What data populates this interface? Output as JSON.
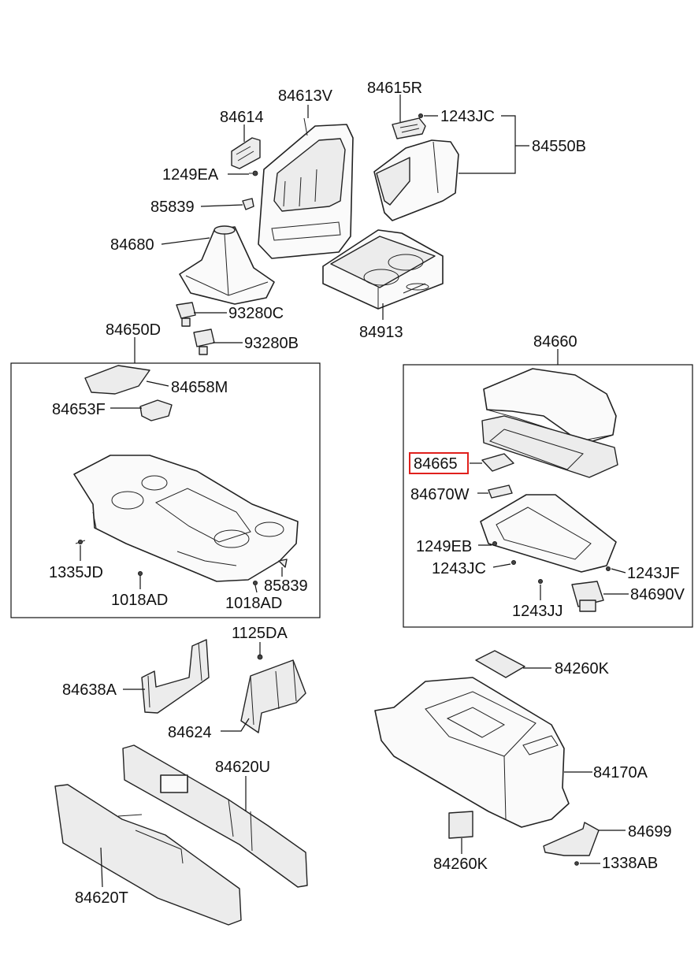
{
  "labels": {
    "p84613V": "84613V",
    "p84615R": "84615R",
    "p84614": "84614",
    "p1243JC_top": "1243JC",
    "p84550B": "84550B",
    "p1249EA": "1249EA",
    "p85839_top": "85839",
    "p84680": "84680",
    "p93280C": "93280C",
    "p84913": "84913",
    "p84650D": "84650D",
    "p93280B": "93280B",
    "p84660": "84660",
    "p84658M": "84658M",
    "p84653F": "84653F",
    "p84665": "84665",
    "p84670W": "84670W",
    "p1249EB": "1249EB",
    "p1335JD": "1335JD",
    "p1243JC_mid": "1243JC",
    "p1243JF": "1243JF",
    "p1018AD_a": "1018AD",
    "p85839_mid": "85839",
    "p1018AD_b": "1018AD",
    "p1243JJ": "1243JJ",
    "p84690V": "84690V",
    "p1125DA": "1125DA",
    "p84260K_top": "84260K",
    "p84638A": "84638A",
    "p84624": "84624",
    "p84620U": "84620U",
    "p84170A": "84170A",
    "p84699": "84699",
    "p1338AB": "1338AB",
    "p84260K_bot": "84260K",
    "p84620T": "84620T"
  },
  "highlight": {
    "part": "84665",
    "color": "#e0201c"
  }
}
